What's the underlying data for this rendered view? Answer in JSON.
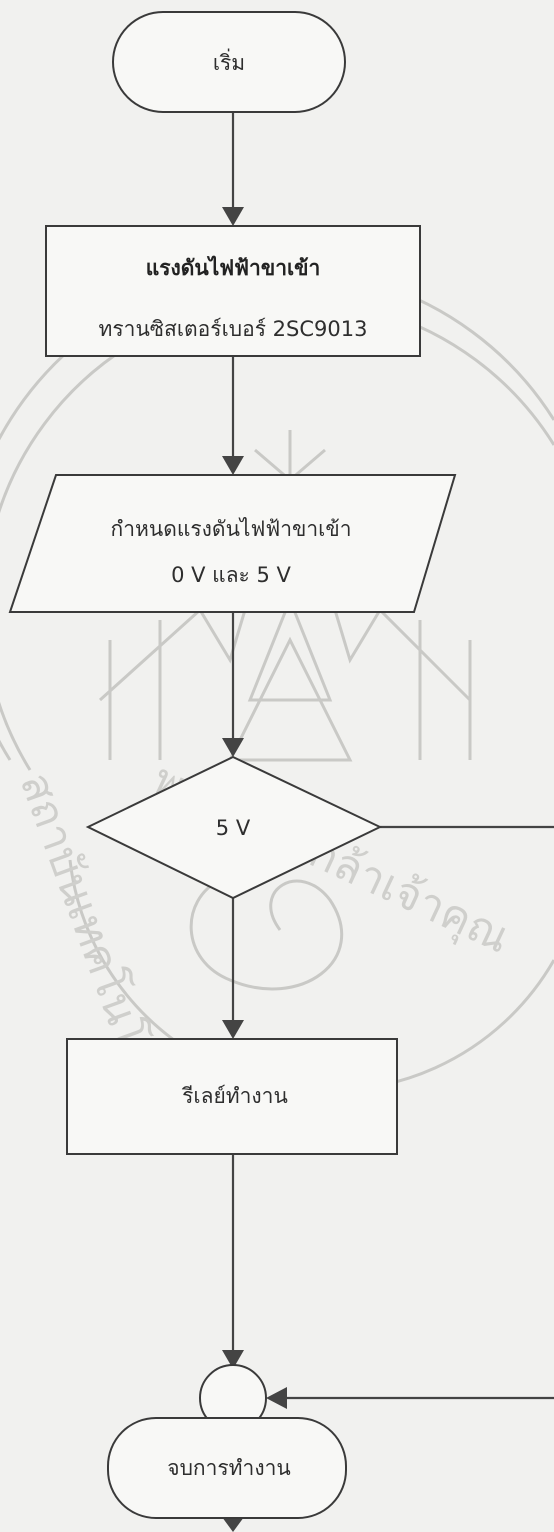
{
  "nodes": {
    "start": "เริ่ม",
    "input_process_line1": "แรงดันไฟฟ้าขาเข้า",
    "input_process_line2": "ทรานซิสเตอร์เบอร์ 2SC9013",
    "set_voltage_line1": "กำหนดแรงดันไฟฟ้าขาเข้า",
    "set_voltage_line2": "0 V และ 5 V",
    "decision": "5 V",
    "relay": "รีเลย์ทำงาน",
    "end": "จบการทำงาน"
  },
  "watermark": {
    "text_left": "สถาบันเทคโนโลยี",
    "text_bottom": "พระจอมเกล้าเจ้าคุณ"
  }
}
